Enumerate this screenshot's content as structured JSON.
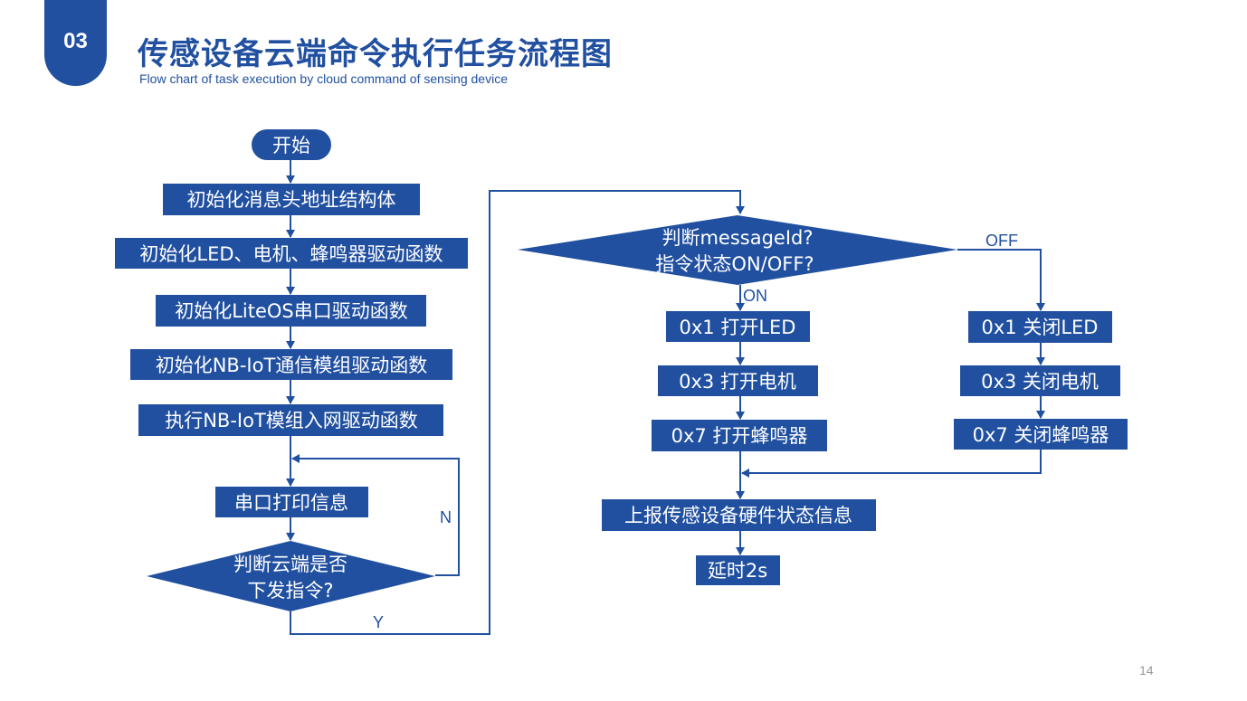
{
  "header": {
    "badge": "03",
    "title": "传感设备云端命令执行任务流程图",
    "subtitle": "Flow chart of task execution by cloud command of sensing device"
  },
  "flow": {
    "start": "开始",
    "init_msg": "初始化消息头地址结构体",
    "init_led": "初始化LED、电机、蜂鸣器驱动函数",
    "init_liteos": "初始化LiteOS串口驱动函数",
    "init_nbiot": "初始化NB-IoT通信模组驱动函数",
    "exec_nbiot": "执行NB-IoT模组入网驱动函数",
    "serial_print": "串口打印信息",
    "decision_cloud": [
      "判断云端是否",
      "下发指令?"
    ],
    "label_n": "N",
    "label_y": "Y",
    "decision_msg": [
      "判断messageId?",
      "指令状态ON/OFF?"
    ],
    "label_on": "ON",
    "label_off": "OFF",
    "on_led": "0x1 打开LED",
    "on_motor": "0x3 打开电机",
    "on_buzzer": "0x7 打开蜂鸣器",
    "off_led": "0x1 关闭LED",
    "off_motor": "0x3 关闭电机",
    "off_buzzer": "0x7 关闭蜂鸣器",
    "report": "上报传感设备硬件状态信息",
    "delay": "延时2s"
  },
  "page_number": "14"
}
